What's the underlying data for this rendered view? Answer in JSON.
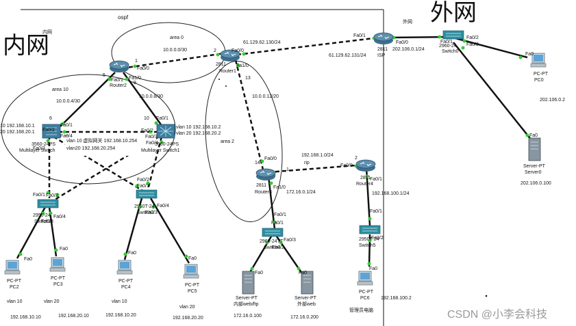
{
  "annotations": {
    "ospf": "ospf",
    "area0": "area 0",
    "area10": "area 10",
    "area2": "area 2",
    "rip": "rip",
    "net_10_0_0_0": "10.0.0.0/30",
    "net_10_0_0_4": "10.0.0.4/30",
    "net_10_0_0_8": "10.0.0.8/30",
    "net_10_0_0_12": "10.0.0.12/20",
    "net_61_130": "61.129.62.130/24",
    "net_61_131": "61.129.62.131/24",
    "net_202_1": "202.106.0.1/24",
    "net_202_2": "202.106.0.2",
    "net_202_100": "202.106.0.100",
    "net_192_1_0": "192.168.1.0/24",
    "net_172_1": "172.16.0.1/24",
    "net_192_100_1": "192.168.100.1/24",
    "net_192_100_2": "192.168.100.2",
    "net_172_100": "172.16.0.100",
    "net_172_200": "172.16.0.200",
    "vlan_left_1": "10 192.168.10.1",
    "vlan_left_2": "20 192.168.20.1",
    "vlan_right_1": "vlan 10 192.168.10.2",
    "vlan_right_2": "vlan 20 192.168.20.2",
    "vip_1": "vlan 10 虚拟网关 192.168.10.254",
    "vip_2": "vlan20 192.168.20.254",
    "pc2_vlan": "vlan 10",
    "pc3_vlan": "vlan 20",
    "pc4_vlan": "vlan 10",
    "pc5_vlan": "vlan 20",
    "pc2_ip": "192.168.10.10",
    "pc3_ip": "192.168.20.10",
    "pc4_ip": "192.168.10.20",
    "pc5_ip": "192.168.20.20",
    "inner_hand": "内网",
    "outer_hand": "外网",
    "inner_small": "内网",
    "outer_small": "外网",
    "watermark": "CSDN @小李会科技"
  },
  "ports": {
    "r2_fa00": "Fa0/0",
    "r2_fa01": "Fa0/1",
    "r2_fa10": "Fa1/0",
    "r2_n1": "1",
    "r2_n5": "5",
    "r2_n9": "9",
    "r1_fa00": "Fa0/0",
    "r1_fa10": "Fa1/0",
    "r1_n2": "2",
    "r1_n13": "13",
    "isp_fa01": "Fa0/1",
    "isp_fa00": "Fa0/0",
    "sw0_fa01": "Fa0/1",
    "sw0_fa02": "Fa0/2",
    "sw0_fa03": "Fa0/3",
    "pc0_fa0": "Fa0",
    "srv0_fa0": "Fa0",
    "ml_fa01": "Fa0/1",
    "ml_fa02": "Fa0/2",
    "ml_fa03": "Fa0/3",
    "ml_fa04": "Fa0/4",
    "ml_n6": "6",
    "ml1_fa01": "Fa0/1",
    "ml1_fa02": "Fa0/2",
    "ml1_fa03": "Fa0/3",
    "ml1_fa04": "Fa0/4",
    "ml1_n10": "10",
    "r3_fa00": "Fa0/0",
    "r3_fa01": "Fa0/1",
    "r3_fa10": "Fa1/0",
    "r3_n14": "14",
    "r3_n1": "1",
    "r4_fa00": "Fa0/0",
    "r4_fa01": "Fa0/1",
    "r4_n2": "2",
    "sw_l_fa01": "Fa0/1",
    "sw_l_fa02": "Fa0/2",
    "sw_l_fa03": "Fa0/3",
    "sw_l_fa04": "Fa0/4",
    "sw_m_fa01": "Fa0/1",
    "sw_m_fa02": "Fa0/2",
    "sw_m_fa03": "Fa0/3",
    "sw_m_fa04": "Fa0/4",
    "sw_s_fa01": "Fa0/1",
    "sw_s_fa02": "Fa0/2",
    "sw_s_fa03": "Fa0/3",
    "sw_r_fa01": "Fa0/1",
    "sw_r_fa02": "Fa0/2",
    "pc2_fa0": "Fa0",
    "pc3_fa0": "Fa0",
    "pc4_fa0": "Fa0",
    "pc5_fa0": "Fa0",
    "pc6_fa0": "Fa0",
    "srvw_fa0": "Fa0",
    "srvo_fa0": "Fa0"
  },
  "devices": {
    "router2": {
      "model": "",
      "name": "Router2"
    },
    "router1": {
      "model": "2811",
      "name": "Router1"
    },
    "isp": {
      "model": "2811",
      "name": "ISP"
    },
    "switch0": {
      "model": "2960-24",
      "name": "Switch0"
    },
    "pc0": {
      "model": "PC-PT",
      "name": "PC0"
    },
    "server0": {
      "model": "Server-PT",
      "name": "Server0"
    },
    "ml_left": {
      "model": "3560-24PS",
      "name": "Multilayer Switch"
    },
    "ml_right": {
      "model": "3560-24PS",
      "name": "Multilayer Switch1"
    },
    "router3": {
      "model": "2811",
      "name": "Router3"
    },
    "router4": {
      "model": "2811",
      "name": "Router4"
    },
    "sw_left": {
      "model": "2950-24",
      "name": "Switch3"
    },
    "sw_mid": {
      "model": "2950T-24",
      "name": "Switch2"
    },
    "sw_srv": {
      "model": "2960-24TT",
      "name": "Switch4"
    },
    "sw_right": {
      "model": "2950T-24",
      "name": "Switch5"
    },
    "pc2": {
      "model": "PC-PT",
      "name": "PC2"
    },
    "pc3": {
      "model": "PC-PT",
      "name": "PC3"
    },
    "pc4": {
      "model": "PC-PT",
      "name": "PC4"
    },
    "pc5": {
      "model": "PC-PT",
      "name": "PC5"
    },
    "pc6": {
      "model": "PC-PT",
      "name": "PC6"
    },
    "srv_web": {
      "model": "Server-PT",
      "name": "内部web/ftp"
    },
    "srv_out": {
      "model": "Server-PT",
      "name": "外部web"
    },
    "pc6_note": "管理员电脑"
  },
  "colors": {
    "link": "#111111",
    "port_dot": "#2fcf2f",
    "router_fill": "#3d6f8e",
    "switch_fill": "#2f8ea0",
    "area_ring": "#222222"
  }
}
